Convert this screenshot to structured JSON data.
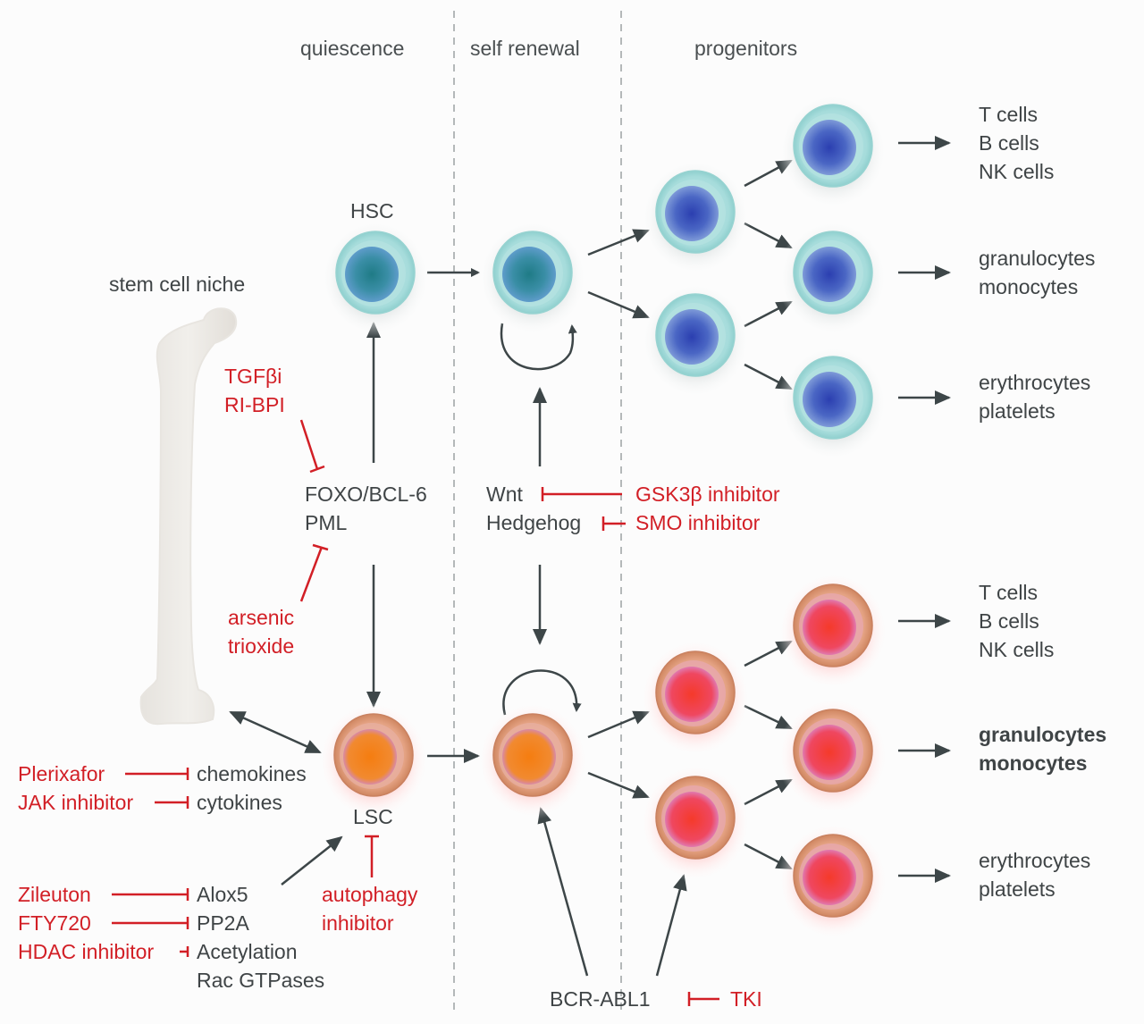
{
  "columns": {
    "quiescence": "quiescence",
    "self_renewal": "self renewal",
    "progenitors": "progenitors"
  },
  "niche": {
    "label": "stem cell niche"
  },
  "healthy": {
    "hsc_label": "HSC",
    "outputs": [
      {
        "line1": "T cells",
        "line2": "B cells",
        "line3": "NK cells"
      },
      {
        "line1": "granulocytes",
        "line2": "monocytes"
      },
      {
        "line1": "erythrocytes",
        "line2": "platelets"
      }
    ]
  },
  "leukemic": {
    "lsc_label": "LSC",
    "outputs": [
      {
        "line1": "T cells",
        "line2": "B cells",
        "line3": "NK cells"
      },
      {
        "line1": "granulocytes",
        "line2": "monocytes",
        "emphasis": true
      },
      {
        "line1": "erythrocytes",
        "line2": "platelets"
      }
    ]
  },
  "pathways": {
    "foxo": {
      "line1": "FOXO/BCL-6",
      "line2": "PML"
    },
    "wnt": "Wnt",
    "hedgehog": "Hedgehog",
    "chemokines": "chemokines",
    "cytokines": "cytokines",
    "alox5": "Alox5",
    "pp2a": "PP2A",
    "acetylation": "Acetylation",
    "rac": "Rac GTPases",
    "bcr_abl1": "BCR-ABL1"
  },
  "inhibitors": {
    "tgfb": {
      "line1": "TGFβi",
      "line2": "RI-BPI"
    },
    "arsenic": {
      "line1": "arsenic",
      "line2": "trioxide"
    },
    "gsk3b": "GSK3β inhibitor",
    "smo": "SMO inhibitor",
    "plerixafor": "Plerixafor",
    "jak": "JAK inhibitor",
    "zileuton": "Zileuton",
    "fty720": "FTY720",
    "hdac": "HDAC inhibitor",
    "autophagy": {
      "line1": "autophagy",
      "line2": "inhibitor"
    },
    "tki": "TKI"
  },
  "colors": {
    "text": "#3f4446",
    "inhibitor_red": "#d21f26",
    "arrow": "#3d4648",
    "hsc_outer": "#a9dcdc",
    "hsc_nucleus": "#2f8a96",
    "progenitor_nucleus": "#3c54b8",
    "lsc_outer": "#d9966e",
    "lsc_nucleus": "#f07a1e",
    "leuk_nucleus": "#ef3b3a"
  }
}
